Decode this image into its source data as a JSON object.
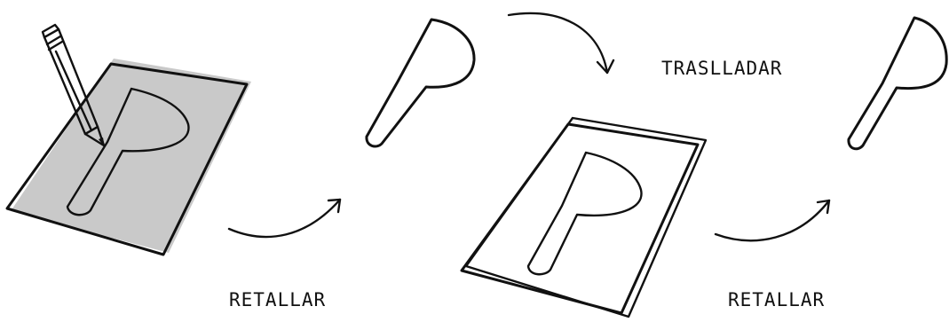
{
  "steps": {
    "cut_1": "RETALLAR",
    "translate": "TRASLLADAR",
    "cut_2": "RETALLAR"
  },
  "colors": {
    "paper": "#d4d4d4",
    "blue": "#2b5dff",
    "ink": "#111111",
    "pencil_body": "#ffffff",
    "pencil_lead": "#111111"
  },
  "icons": {
    "pencil": "pencil-icon",
    "arrow": "curved-arrow-icon"
  }
}
